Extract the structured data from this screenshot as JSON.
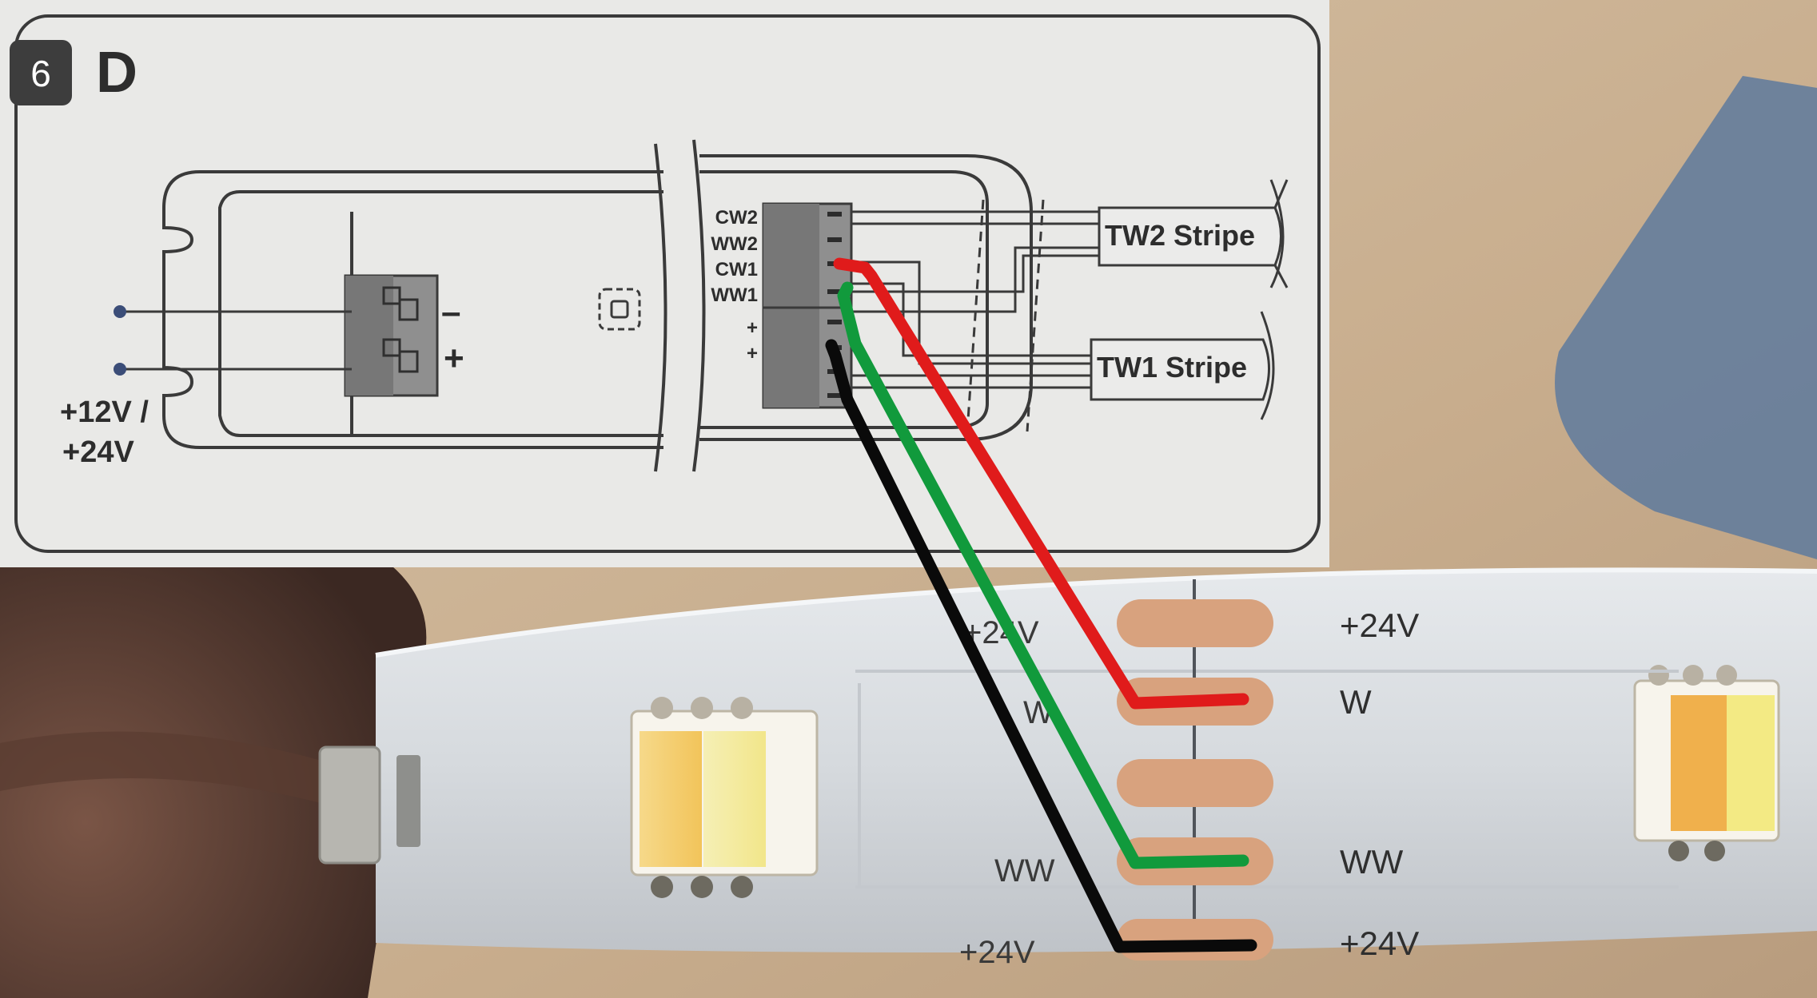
{
  "manual": {
    "step_number": "6",
    "variant": "D",
    "supply_label_line1": "+12V /",
    "supply_label_line2": "+24V",
    "input_minus": "–",
    "input_plus": "+",
    "terminals": [
      "CW2",
      "WW2",
      "CW1",
      "WW1",
      "+",
      "+"
    ],
    "stripe_tw2": "TW2 Stripe",
    "stripe_tw1": "TW1 Stripe"
  },
  "strip": {
    "pads_right": [
      "+24V",
      "W",
      "WW",
      "+24V"
    ],
    "pads_left": [
      "+24V",
      "W",
      "WW",
      "+24V"
    ]
  },
  "wires": [
    {
      "name": "red-wire",
      "color": "#e01b1b",
      "from": "CW1",
      "to": "W"
    },
    {
      "name": "green-wire",
      "color": "#119a3c",
      "from": "WW1",
      "to": "WW"
    },
    {
      "name": "black-wire",
      "color": "#0a0a0a",
      "from": "+",
      "to": "+24V"
    }
  ],
  "colors": {
    "paper": "#e9e9e7",
    "ink": "#3a3a3a",
    "strip": "#d9dde2",
    "pad": "#d8a27e"
  }
}
